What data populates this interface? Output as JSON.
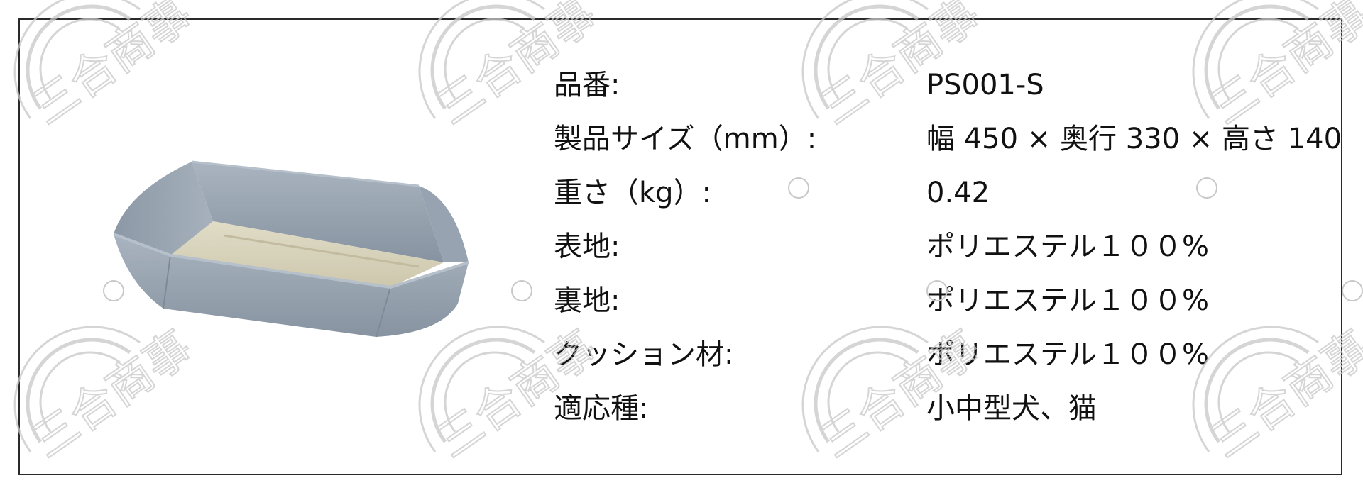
{
  "specs": [
    {
      "label": "品番:",
      "value": "PS001-S"
    },
    {
      "label": "製品サイズ（mm）:",
      "value": "幅 450 × 奥行 330 × 高さ 140"
    },
    {
      "label": "重さ（kg）:",
      "value": "0.42"
    },
    {
      "label": "表地:",
      "value": "ポリエステル１００%"
    },
    {
      "label": "裏地:",
      "value": "ポリエステル１００%"
    },
    {
      "label": "クッション材:",
      "value": "ポリエステル１００%"
    },
    {
      "label": "適応種:",
      "value": "小中型犬、猫"
    }
  ],
  "watermark": {
    "text": "三合商事",
    "color": "#c8c8c8"
  },
  "colors": {
    "border": "#2a2a2a",
    "bed_outer": "#9aa6b3",
    "bed_cushion": "#d8d3bc"
  }
}
